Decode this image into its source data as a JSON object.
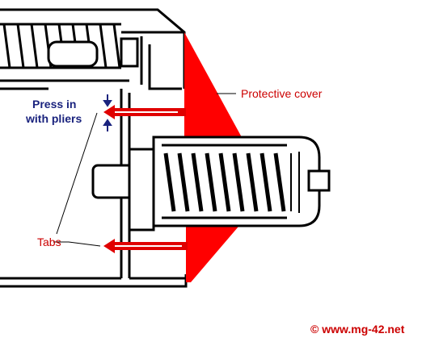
{
  "labels": {
    "protective_cover": "Protective cover",
    "press_line1": "Press in",
    "press_line2": "with pliers",
    "tabs": "Tabs",
    "copyright": "© www.mg-42.net"
  },
  "colors": {
    "cover_red": "#ff0000",
    "arrow_red": "#e00000",
    "press_blue": "#1a237e",
    "line_black": "#000000",
    "fill_white": "#ffffff"
  }
}
